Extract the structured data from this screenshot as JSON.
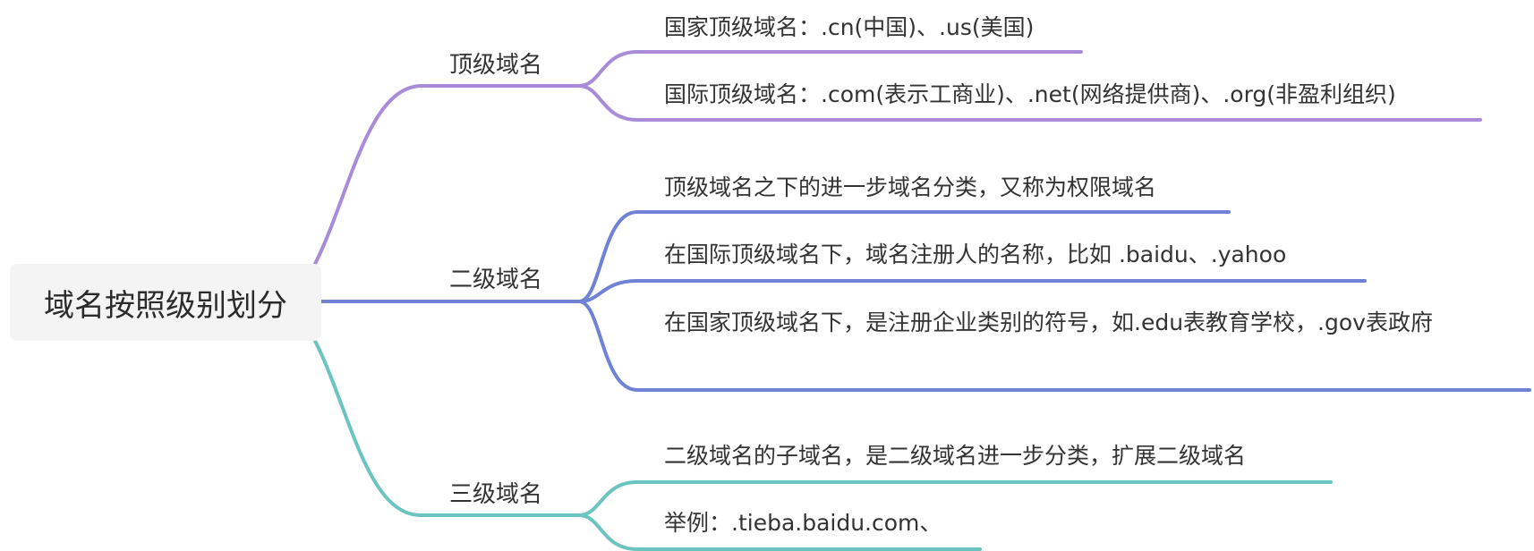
{
  "root": {
    "label": "域名按照级别划分"
  },
  "branches": [
    {
      "label": "顶级域名",
      "color": "#a98bd9",
      "leaves": [
        "国家顶级域名：.cn(中国)、.us(美国)",
        "国际顶级域名：.com(表示工商业)、.net(网络提供商)、.org(非盈利组织)"
      ]
    },
    {
      "label": "二级域名",
      "color": "#6f82d6",
      "leaves": [
        "顶级域名之下的进一步域名分类，又称为权限域名",
        "在国际顶级域名下，域名注册人的名称，比如 .baidu、.yahoo",
        "在国家顶级域名下，是注册企业类别的符号，如.edu表教育学校，.gov表政府"
      ]
    },
    {
      "label": "三级域名",
      "color": "#6cc4c0",
      "leaves": [
        "二级域名的子域名，是二级域名进一步分类，扩展二级域名",
        "举例：.tieba.baidu.com、"
      ]
    }
  ]
}
